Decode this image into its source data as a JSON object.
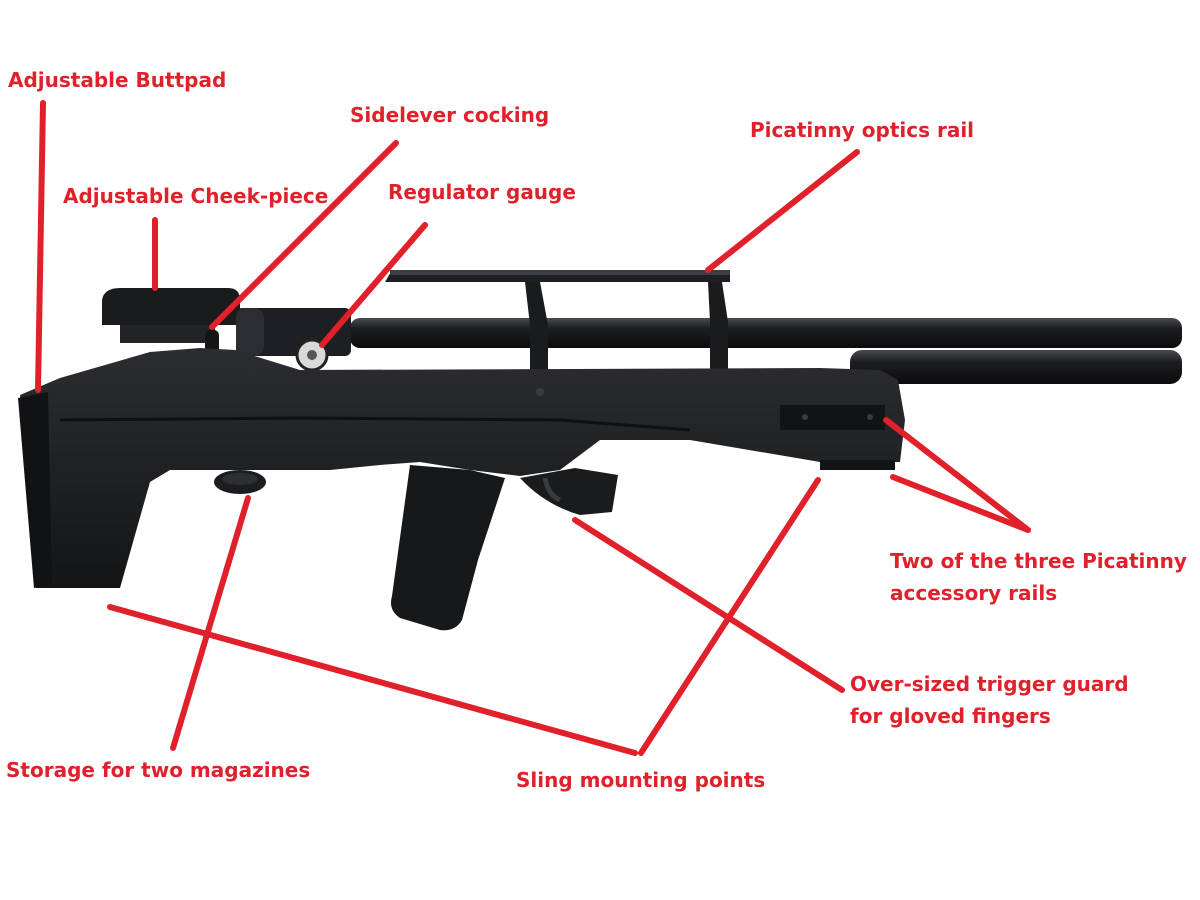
{
  "colors": {
    "annotation": "#e0202a",
    "rifle_body": "#1b1c1e",
    "rifle_highlight": "#3a3b3e",
    "background": "#ffffff"
  },
  "labels": {
    "buttpad": "Adjustable Buttpad",
    "sidelever": "Sidelever cocking",
    "optics_rail": "Picatinny optics rail",
    "cheek_piece": "Adjustable Cheek-piece",
    "regulator": "Regulator gauge",
    "accessory_rails_line1": "Two of the three Picatinny",
    "accessory_rails_line2": "accessory rails",
    "trigger_guard_line1": "Over-sized trigger guard",
    "trigger_guard_line2": "for gloved fingers",
    "magazines": "Storage for two magazines",
    "sling": "Sling mounting points"
  }
}
